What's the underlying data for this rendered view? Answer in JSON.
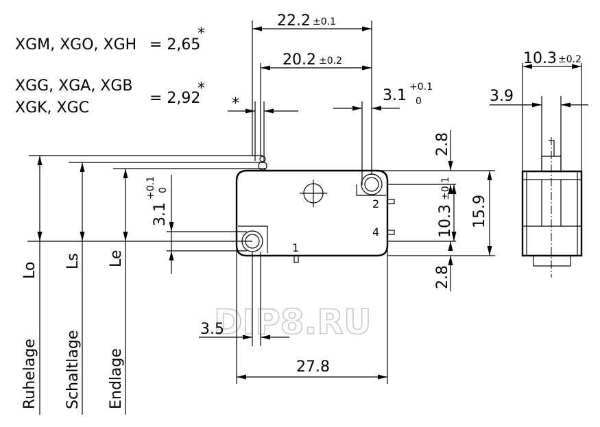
{
  "variants": {
    "group1": {
      "models": "XGM, XGO, XGH",
      "value": "= 2,65",
      "marker": "*"
    },
    "group2": {
      "models_line1": "XGG, XGA, XGB",
      "models_line2": "XGK, XGC",
      "value": "= 2,92",
      "marker": "*"
    }
  },
  "top_dims": {
    "overall": {
      "value": "22.2",
      "tol": "±0.1"
    },
    "inner": {
      "value": "20.2",
      "tol": "±0.2"
    },
    "star": "*",
    "pin_offset": {
      "value": "3.1",
      "tol_upper": "+0.1",
      "tol_lower": "0"
    }
  },
  "left_dims": {
    "pin_offset": {
      "value": "3.1",
      "tol_upper": "+0.1",
      "tol_lower": "0"
    }
  },
  "right_dims": {
    "top_margin": "2.8",
    "pitch": {
      "value": "10.3",
      "tol": "±0.1"
    },
    "height": "15.9",
    "bottom_margin": "2.8"
  },
  "bottom_dims": {
    "pin_spacing": "3.5",
    "length": "27.8"
  },
  "terminals": {
    "t1": "1",
    "t2": "2",
    "t4": "4"
  },
  "positions": {
    "lo": {
      "code": "Lo",
      "name": "Ruhelage"
    },
    "ls": {
      "code": "Ls",
      "name": "Schaltlage"
    },
    "le": {
      "code": "Le",
      "name": "Endlage"
    }
  },
  "side_view": {
    "width": {
      "value": "10.3",
      "tol": "±0.2"
    },
    "thickness": "3.9"
  },
  "watermark": "DIP8.RU"
}
